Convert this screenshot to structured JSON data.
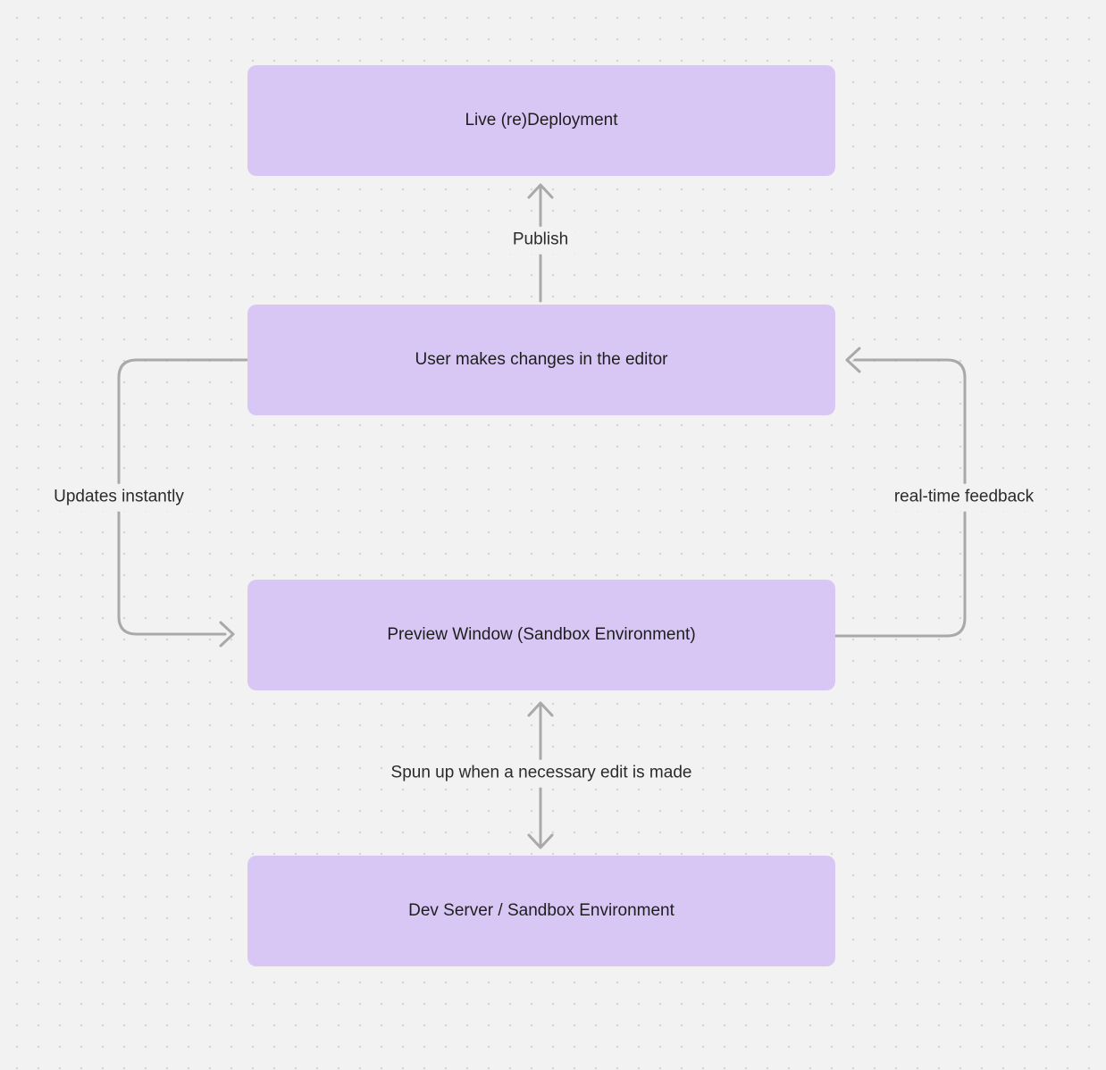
{
  "canvas": {
    "background_color": "#f2f2f2",
    "dot_grid_color": "#d7d7d7"
  },
  "colors": {
    "node_fill": "#d8c7f4",
    "node_text": "#1e1e1e",
    "arrow": "#a9a9a9",
    "edge_label_text": "#2b2b2b"
  },
  "nodes": [
    {
      "id": "live-redeployment",
      "label": "Live (re)Deployment"
    },
    {
      "id": "user-editor-changes",
      "label": "User makes changes in the editor"
    },
    {
      "id": "preview-window",
      "label": "Preview Window (Sandbox Environment)"
    },
    {
      "id": "dev-server",
      "label": "Dev Server / Sandbox Environment"
    }
  ],
  "edges": [
    {
      "id": "publish",
      "label": "Publish",
      "from": "user-editor-changes",
      "to": "live-redeployment"
    },
    {
      "id": "updates-instantly",
      "label": "Updates instantly",
      "from": "user-editor-changes",
      "to": "preview-window"
    },
    {
      "id": "realtime-feedback",
      "label": "real-time feedback",
      "from": "preview-window",
      "to": "user-editor-changes"
    },
    {
      "id": "spun-up",
      "label": "Spun up when a necessary edit is made",
      "from": "dev-server",
      "to": "preview-window"
    }
  ]
}
